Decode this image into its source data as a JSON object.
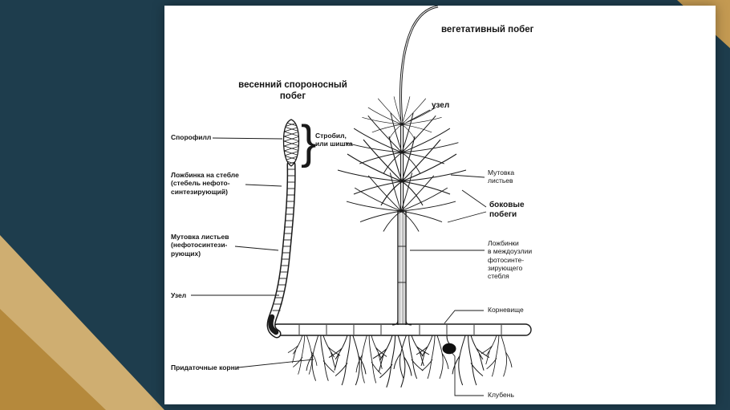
{
  "slide": {
    "colors": {
      "background": "#1e3d4d",
      "accent_gold": "#c49a52",
      "accent_gold_dark": "#b5893c",
      "accent_tan": "#cfae71",
      "panel": "#ffffff",
      "ink": "#141414"
    }
  },
  "diagram": {
    "titles": {
      "spring_shoot": "весенний спороносный\nпобег",
      "vegetative_shoot": "вегетативный побег"
    },
    "brace_glyph": "}",
    "labels": {
      "sporophyll": "Спорофилл",
      "strobilus": "Стробил,\nили шишка",
      "stem_groove": "Ложбинка на стебле\n(стебель нефото-\nсинтезирующий)",
      "leaf_whorl_left": "Мутовка листьев\n(нефотосинтези-\nрующих)",
      "node_left": "Узел",
      "adventitious_roots": "Придаточные корни",
      "node_right": "узел",
      "leaf_whorl_right": "Мутовка\nлистьев",
      "lateral_shoots": "боковые\nпобеги",
      "internode_grooves": "Ложбинки\nв междоузлии\nфотосинте-\nзирующего\nстебля",
      "rhizome": "Корневище",
      "tuber": "Клубень"
    }
  }
}
